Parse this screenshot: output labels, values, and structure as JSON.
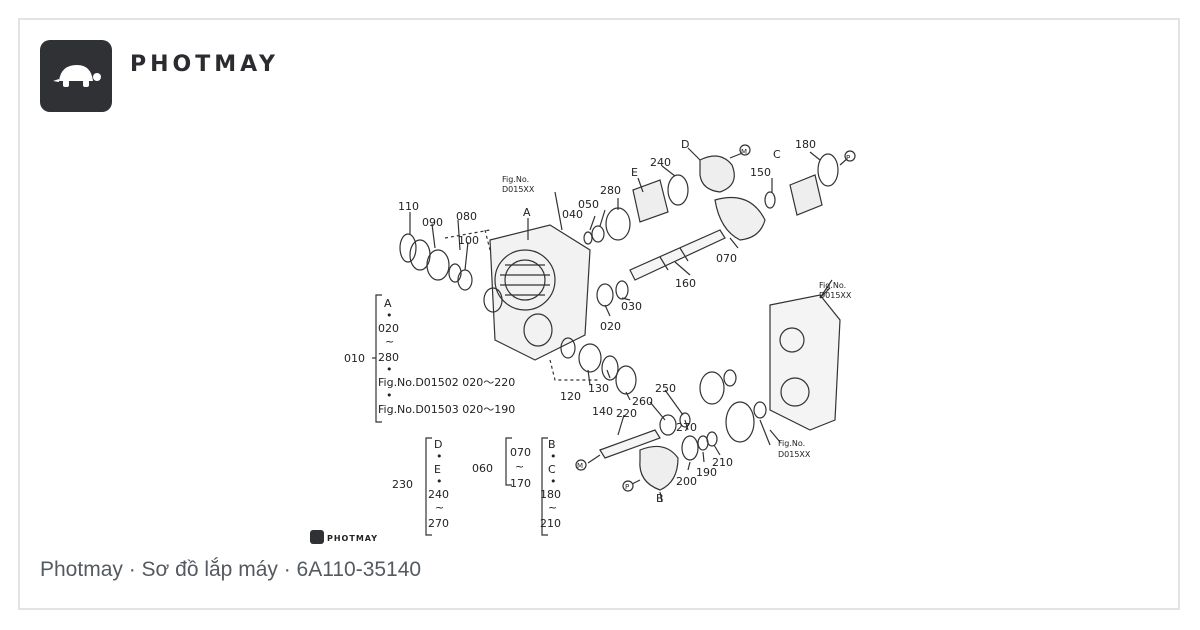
{
  "brand": {
    "name": "PHOTMAY",
    "logo_icon": "turtle-icon",
    "watermark_text": "PHOTMAY"
  },
  "caption": "Photmay · Sơ đồ lắp máy · 6A110-35140",
  "diagram": {
    "part_labels": [
      {
        "id": "p110",
        "text": "110"
      },
      {
        "id": "p090",
        "text": "090"
      },
      {
        "id": "p080",
        "text": "080"
      },
      {
        "id": "p100",
        "text": "100"
      },
      {
        "id": "pA",
        "text": "A"
      },
      {
        "id": "figA1",
        "text": "Fig.No."
      },
      {
        "id": "figA2",
        "text": "D015XX"
      },
      {
        "id": "p040",
        "text": "040"
      },
      {
        "id": "p050",
        "text": "050"
      },
      {
        "id": "p280",
        "text": "280"
      },
      {
        "id": "pE",
        "text": "E"
      },
      {
        "id": "p240",
        "text": "240"
      },
      {
        "id": "pD",
        "text": "D"
      },
      {
        "id": "pM1",
        "text": "M"
      },
      {
        "id": "p180",
        "text": "180"
      },
      {
        "id": "pC",
        "text": "C"
      },
      {
        "id": "p150",
        "text": "150"
      },
      {
        "id": "pP1",
        "text": "P"
      },
      {
        "id": "p070",
        "text": "070"
      },
      {
        "id": "p160",
        "text": "160"
      },
      {
        "id": "p020b",
        "text": "020"
      },
      {
        "id": "p030",
        "text": "030"
      },
      {
        "id": "figB1",
        "text": "Fig.No."
      },
      {
        "id": "figB2",
        "text": "D015XX"
      },
      {
        "id": "p120",
        "text": "120"
      },
      {
        "id": "p130",
        "text": "130"
      },
      {
        "id": "p140",
        "text": "140"
      },
      {
        "id": "p220",
        "text": "220"
      },
      {
        "id": "p260",
        "text": "260"
      },
      {
        "id": "p250",
        "text": "250"
      },
      {
        "id": "p270",
        "text": "270"
      },
      {
        "id": "pM2",
        "text": "M"
      },
      {
        "id": "pP2",
        "text": "P"
      },
      {
        "id": "pB",
        "text": "B"
      },
      {
        "id": "p200",
        "text": "200"
      },
      {
        "id": "p190",
        "text": "190"
      },
      {
        "id": "p210",
        "text": "210"
      },
      {
        "id": "figC1",
        "text": "Fig.No."
      },
      {
        "id": "figC2",
        "text": "D015XX"
      }
    ],
    "group_010": {
      "number": "010",
      "lines": [
        "A",
        "•",
        "020",
        "~",
        "280",
        "•",
        "Fig.No.D01502  020～220",
        "•",
        "Fig.No.D01503  020～190"
      ]
    },
    "group_230": {
      "number": "230",
      "lines": [
        "D",
        "•",
        "E",
        "•",
        "240",
        "~",
        "270"
      ]
    },
    "group_060": {
      "number": "060",
      "lines": [
        "070",
        "~",
        "170"
      ]
    },
    "group_bc": {
      "lines": [
        "B",
        "•",
        "C",
        "•",
        "180",
        "~",
        "210"
      ]
    }
  }
}
